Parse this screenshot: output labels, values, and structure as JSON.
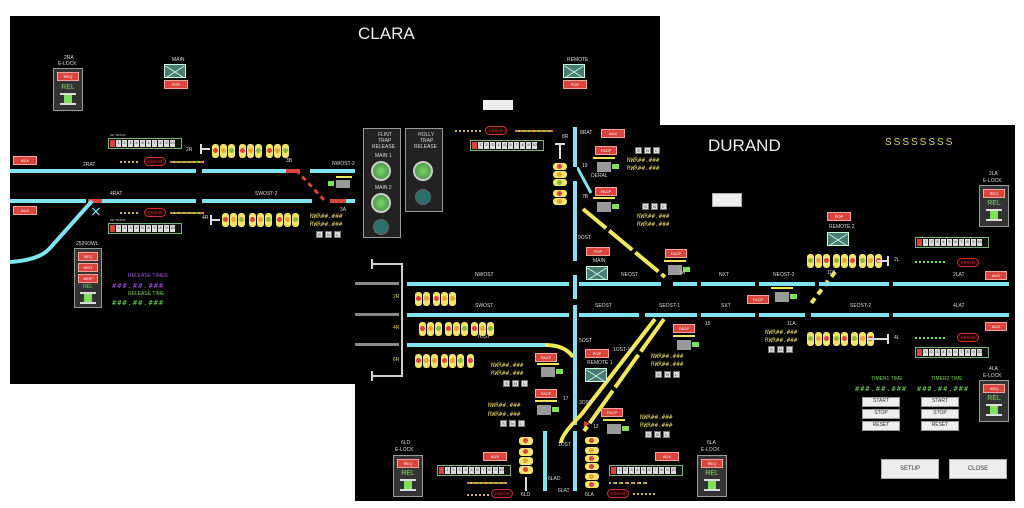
{
  "clara": {
    "title": "CLARA",
    "elock_2ra": {
      "label1": "2RA",
      "label2": "E-LOCK",
      "req": "REQ",
      "rel": "REL"
    },
    "main": {
      "label": "MAIN",
      "pop": "POP"
    },
    "remote": {
      "label": "REMOTE",
      "pop": "POP"
    },
    "aux1": "AUX",
    "aux2": "AUX",
    "tracks": {
      "t2rat": "2RAT",
      "t4rat": "4RAT",
      "nwost2": "NWOST-2",
      "swost2": "SWOST-2",
      "sig2r": "2R",
      "sig4r": "4R",
      "sw3b": "3B",
      "sw3a": "3A"
    },
    "mc_label": "MC TRACK",
    "error": "ERROR",
    "nwr": "NWR##.###",
    "rwr": "RWR##.###",
    "snl": [
      "S",
      "N",
      "L"
    ],
    "wl": {
      "label": "2526OWL",
      "req": "REQ",
      "wgt": "WGT",
      "whp": "WHP",
      "rel": "REL"
    },
    "release_timer": {
      "label": "RELEASE TIMER",
      "value": "###.##.###"
    },
    "release_time": {
      "label": "RELEASE TIME",
      "value": "###.##.###"
    }
  },
  "durand": {
    "title": "DURAND",
    "status": "SSSSSSSS",
    "flint": {
      "l1": "FLINT",
      "l2": "TRAP",
      "l3": "RELEASE",
      "main1": "MAIN 1",
      "main2": "MAIN 2"
    },
    "holly": {
      "l1": "HOLLY",
      "l2": "TRAP",
      "l3": "RELEASE"
    },
    "tracks": {
      "nwost": "NWOST",
      "swost": "SWOST",
      "tost": "7OST",
      "neost": "NEOST",
      "seost": "SEOST",
      "seost1": "SEOST-1",
      "nxt": "NXT",
      "sxt": "SXT",
      "neost2": "NEOST-2",
      "seost2": "SEOST-2",
      "lat2": "2LAT",
      "lat4": "4LAT",
      "rat8": "8RAT",
      "deral": "DERAL",
      "ost9": "9OST",
      "ost5": "5OST",
      "ost3": "3OST",
      "ost1": "1OST",
      "ost1_1a": "1OST-1A",
      "lad6": "6LAD",
      "lat6": "6LAT",
      "s8r": "8R",
      "s2r": "2R",
      "s4r": "4R",
      "s6r": "6R",
      "s2l": "2L",
      "s4l": "4L",
      "s6ld": "6LD",
      "s6la": "6LA",
      "sw19": "19",
      "sw7b": "7B",
      "sw7a": "7A",
      "sw15": "15",
      "sw11a": "11A",
      "sw11b": "11B",
      "sw17": "17",
      "sw13": "13"
    },
    "pop": "POP",
    "facp": "FACP",
    "aux": "AUX",
    "main_label": "MAIN",
    "remote1": "REMOTE 1",
    "remote2": "REMOTE 2",
    "elock_2la": {
      "label1": "2LA",
      "label2": "E-LOCK",
      "req": "REQ",
      "rel": "REL"
    },
    "elock_4la": {
      "label1": "4LA",
      "label2": "E-LOCK",
      "req": "REQ",
      "rel": "REL"
    },
    "elock_6la": {
      "label1": "6LA",
      "label2": "E-LOCK",
      "req": "REQ",
      "rel": "REL"
    },
    "elock_6ld": {
      "label1": "6LD",
      "label2": "E-LOCK",
      "req": "REQ",
      "rel": "REL"
    },
    "timer1": {
      "label": "TIMER1 TIME",
      "value": "###.##.###"
    },
    "timer2": {
      "label": "TIMER2 TIME",
      "value": "###.##.###"
    },
    "start": "START",
    "stop": "STOP",
    "reset": "RESET",
    "setup": "SETUP",
    "close": "CLOSE"
  }
}
